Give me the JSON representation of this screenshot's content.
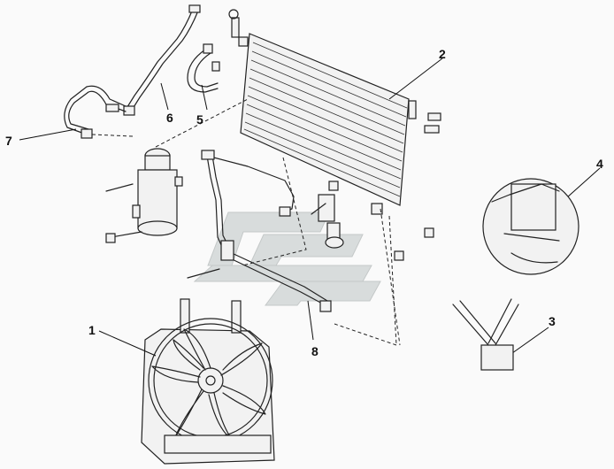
{
  "watermark": {
    "fill_color": "#d8dcdc",
    "stroke_color": "#c4c8c8"
  },
  "callouts": [
    {
      "id": "c1",
      "text": "1"
    },
    {
      "id": "c2",
      "text": "2"
    },
    {
      "id": "c3",
      "text": "3"
    },
    {
      "id": "c4",
      "text": "4"
    },
    {
      "id": "c5",
      "text": "5"
    },
    {
      "id": "c6",
      "text": "6"
    },
    {
      "id": "c7",
      "text": "7"
    },
    {
      "id": "c8",
      "text": "8"
    }
  ]
}
